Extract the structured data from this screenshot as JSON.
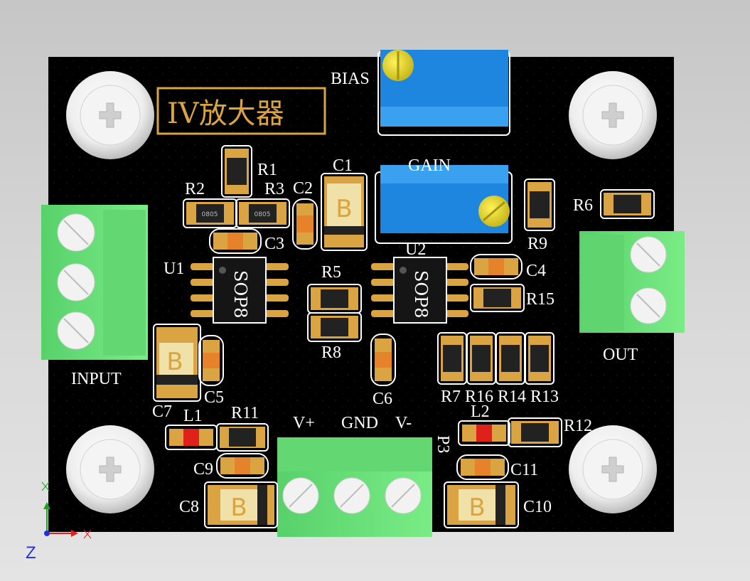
{
  "board": {
    "title": "IV放大器",
    "colors": {
      "board": "#000000",
      "silkscreen": "#ffffff",
      "pad_gold": "#d9a441",
      "terminal_green": "#6fe27a",
      "pot_blue": "#1f86e0",
      "led_red": "#e0201a"
    }
  },
  "labels": {
    "bias": "BIAS",
    "gain": "GAIN",
    "input": "INPUT",
    "out": "OUT",
    "vplus": "V+",
    "gnd": "GND",
    "vminus": "V-",
    "r1": "R1",
    "r2": "R2",
    "r3": "R3",
    "r5": "R5",
    "r6": "R6",
    "r7": "R7",
    "r8": "R8",
    "r9": "R9",
    "r11": "R11",
    "r12": "R12",
    "r13": "R13",
    "r14": "R14",
    "r15": "R15",
    "r16": "R16",
    "c1": "C1",
    "c2": "C2",
    "c3": "C3",
    "c4": "C4",
    "c5": "C5",
    "c6": "C6",
    "c7": "C7",
    "c8": "C8",
    "c9": "C9",
    "c10": "C10",
    "c11": "C11",
    "l1": "L1",
    "l2": "L2",
    "u1": "U1",
    "u2": "U2",
    "p3": "P3"
  },
  "parts": {
    "ic_marking": "SOP8",
    "tant_marking": "B",
    "resistor_marking": "0805"
  },
  "axes": {
    "z": "Z"
  }
}
